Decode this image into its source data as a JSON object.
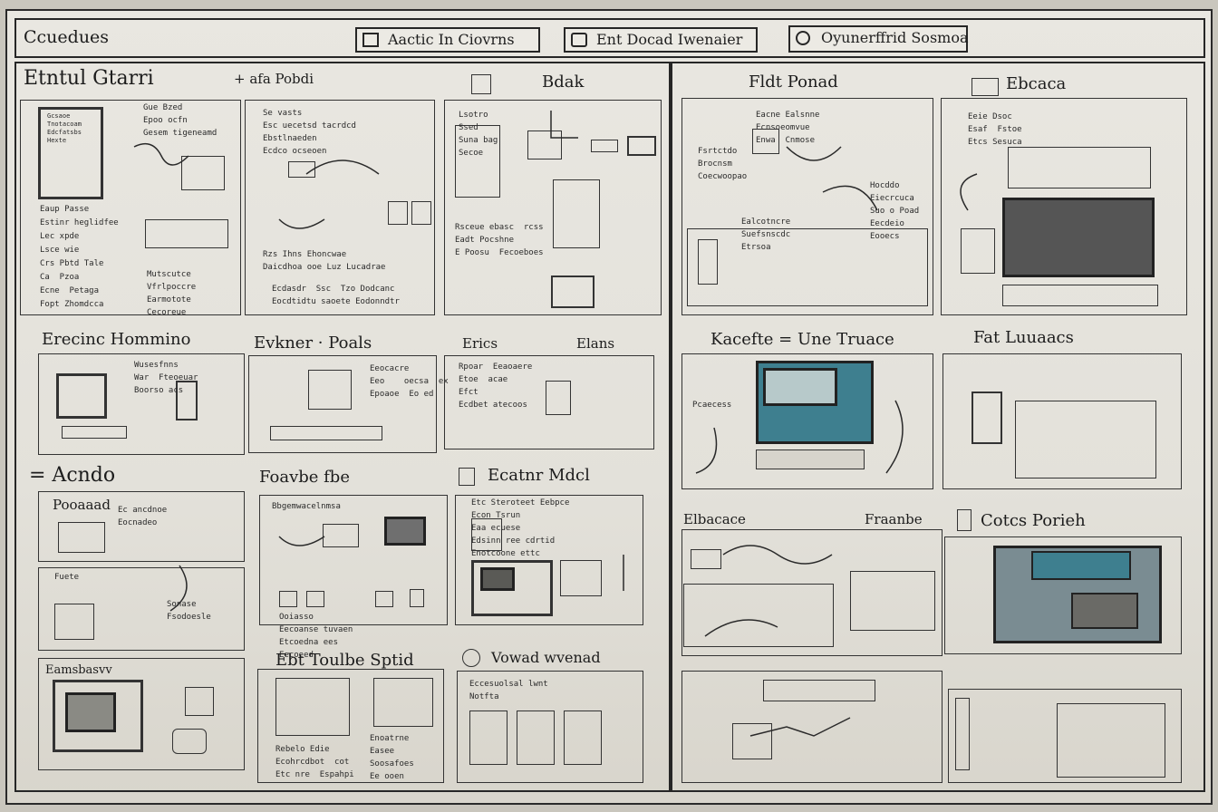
{
  "header": {
    "title": "Ccuedues",
    "buttons": [
      {
        "label": "Aactic In Ciovrns",
        "icon": "document-icon"
      },
      {
        "label": "Ent Docad Iwenaier",
        "icon": "lock-icon"
      },
      {
        "label": "Oyunerffrid Sosmoa",
        "icon": "search-icon"
      }
    ]
  },
  "sections": {
    "etntul_gtarri": {
      "title": "Etntul Gtarri",
      "subtitle": "+ afa Pobdi"
    },
    "bdak": {
      "title": "Bdak"
    },
    "fldt_ponad": {
      "title": "Fldt Ponad"
    },
    "fdc_ebcaca": {
      "title": "Ebcaca"
    },
    "erecinc_hommino": {
      "title": "Erecinc Hommino"
    },
    "evkner_poals": {
      "title": "Evkner · Poals"
    },
    "erics_elans": {
      "title": "Erics",
      "title2": "Elans"
    },
    "kacefte": {
      "title": "Kacefte = Une Truace"
    },
    "fat_luuaacs": {
      "title": "Fat Luuaacs"
    },
    "acndo": {
      "title": "= Acndo"
    },
    "foavbe_fbe": {
      "title": "Foavbe fbe"
    },
    "ecatnr_mdcl": {
      "title": "Ecatnr Mdcl"
    },
    "elbacace": {
      "title": "Elbacace",
      "title2": "Fraanbe"
    },
    "cotcs_porieh": {
      "title": "Cotcs Porieh"
    },
    "ebt_toulbe": {
      "title": "Ebt Toulbe Sptid"
    },
    "vowad_wvenad": {
      "title": "Vowad wvenad"
    }
  },
  "notes": {
    "n1": "Gcsaoe\nTnotacoam\nEdcfatsbs\nHexte",
    "n2": "Eaup Passe\nEstinr heglidfee\nLec xpde\nLsce wie\nCrs Pbtd Tale\nCa  Pzoa\nEcne  Petaga\nFopt Zhomdcca",
    "n3": "Gue Bzed\nEpoo ocfn\nGesem tigeneamd",
    "n4": "Mutscutce\nVfrlpoccre\nEarmotote\nCecoreue",
    "n5": "Se vasts\nEsc uecetsd tacrdcd\nEbstlnaeden\nEcdco ocseoen",
    "n6": "Lsotro\nSsed\nSuna bag\nSecoe",
    "n7": "Eeie Dsoc\nEsaf  Fstoe\nEtcs Sesuca",
    "n8": "Rzs Ihns Ehoncwae\nDaicdhoa ooe Luz Lucadrae",
    "n9": "Rsceue ebasc  rcss\nEadt Pocshne\nE Poosu  Fecoeboes",
    "n10": "Etc Steroteet Eebpce\nEcon Tsrun\nEaa ecuese\nEdsinn ree cdrtid\nEnotcoone ettc",
    "n11": "Eccesuolsal lwnt\nNotfta",
    "n12": "Ecdasdr  Ssc  Tzo Dodcanc\nEocdtidtu saoete Eodonndtr",
    "n13": "Ooiasso\nEecoanse tuvaen\nEtcoedna ees\nEecoeed",
    "n14": "Rebelo Edie\nEcohrcdbot  cot\nEtc nre  Espahpi",
    "n15": "Wusesfnns\nWar  Fteoeuar\nBoorso acs",
    "n16": "Eeocacre\nEeo    oecsa  ex\nEpoaoe  Eo ed",
    "n17": "Ec ancdnoe\nEocnadeo",
    "n18": "Eacne Ealsnne\nEcnsoeomvue\nEnwa  Cnmose",
    "n19": "Rpoar  Eeaoaere\nEtoe  acae\nEfct\nEcdbet atecoos",
    "n20": "Enoatrne\nEasee\nSoosafoes\nEe ooen",
    "n21": "Bbgemwacelnmsa",
    "n22": "Fuete",
    "n23": "Sonase\nFsodoesle",
    "n24": "Ealcotncre\nSuefsnscdc\nEtrsoa",
    "n25": "Fsrtctdo\nBrocnsm\nCoecwoopao",
    "n26": "Hocddo\nEiecrcuca\nSuo o Poad\nEecdeio\nEooecs"
  },
  "footer_tags": {
    "a": "Eamsbasvv",
    "b": "Pcaecess",
    "c": "Pooaaad"
  },
  "colors": {
    "paper": "#e6e4de",
    "ink": "#1e1e1e",
    "teal": "#3e7f8f"
  }
}
